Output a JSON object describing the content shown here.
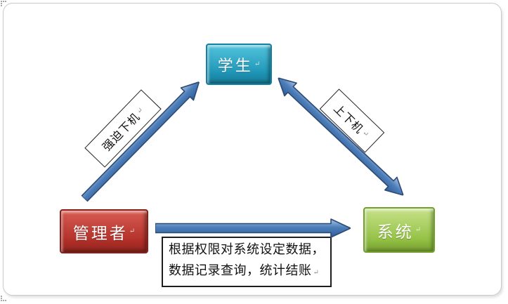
{
  "marks": {
    "return_mark": "↵"
  },
  "nodes": {
    "student": {
      "label": "学生",
      "face_top": "#52c3dc",
      "face_bottom": "#1e95b6",
      "border": "#1680a0"
    },
    "manager": {
      "label": "管理者",
      "face_top": "#d85c52",
      "face_bottom": "#b12f28",
      "border": "#8d1f1a"
    },
    "system": {
      "label": "系统",
      "face_top": "#c6e289",
      "face_bottom": "#8fbe3f",
      "border": "#71a02b"
    }
  },
  "edges": {
    "force_logout": {
      "label": "强迫下机",
      "from": "管理者",
      "to": "学生",
      "double_headed": false
    },
    "logon_logoff": {
      "label": "上下机",
      "from": "学生",
      "to": "系统",
      "double_headed": true
    },
    "manage_system": {
      "line1": "根据权限对系统设定数据，",
      "line2": "数据记录查询，统计结账",
      "from": "管理者",
      "to": "系统",
      "double_headed": false
    }
  },
  "colors": {
    "arrow_stroke": "#2c4a73",
    "arrow_light": "#a8c4e5",
    "arrow_mid": "#4e7fba",
    "arrow_dark": "#2f5b95",
    "canvas_border": "#c9cacc",
    "mark_gray": "#8a9198"
  }
}
